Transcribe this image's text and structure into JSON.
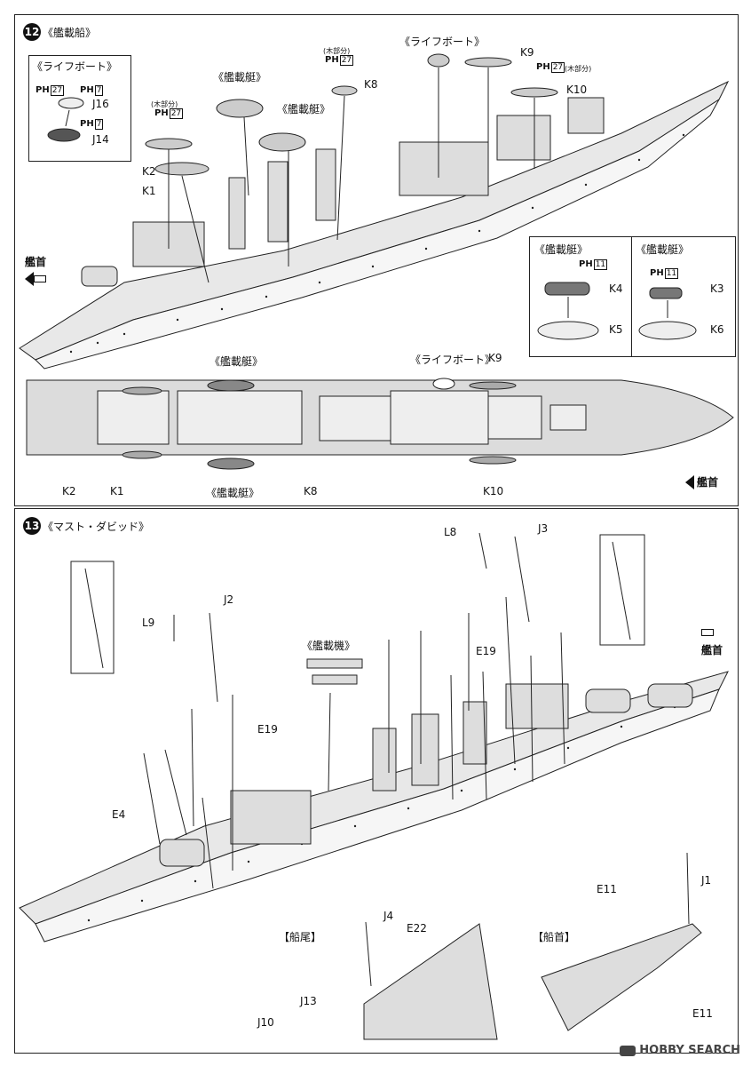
{
  "step12": {
    "number": "12",
    "title": "《艦載船》",
    "lifeboat_box_title": "《ライフボート》",
    "lifeboat_top_title": "《ライフボート》",
    "launch1_title": "《艦載艇》",
    "launch2_title": "《艦載艇》",
    "wood_note_1": "(木部分)",
    "wood_note_2": "(木部分)",
    "wood_note_3": "(木部分)",
    "ph_letters": "PH",
    "ph27": "27",
    "ph7": "7",
    "ph11": "11",
    "parts": {
      "J16": "J16",
      "J14": "J14",
      "K1": "K1",
      "K2": "K2",
      "K8": "K8",
      "K9": "K9",
      "K10": "K10",
      "K3": "K3",
      "K4": "K4",
      "K5": "K5",
      "K6": "K6"
    },
    "bow_label": "艦首",
    "inset_left_title": "《艦載艇》",
    "inset_right_title": "《艦載艇》",
    "plan_launch_top": "《艦載艇》",
    "plan_launch_bottom": "《艦載艇》",
    "plan_lifeboat": "《ライフボート》",
    "plan_K9": "K9",
    "plan_K2": "K2",
    "plan_K1": "K1",
    "plan_K8": "K8",
    "plan_K10": "K10",
    "plan_bow": "艦首"
  },
  "step13": {
    "number": "13",
    "title": "《マスト・ダビッド》",
    "aircraft_title": "《艦載機》",
    "parts": {
      "L8": "L8",
      "J3": "J3",
      "L9": "L9",
      "J2": "J2",
      "E19a": "E19",
      "E19b": "E19",
      "E4": "E4",
      "J1": "J1",
      "E11a": "E11",
      "E11b": "E11",
      "J4": "J4",
      "E22": "E22",
      "J13": "J13",
      "J10": "J10"
    },
    "stern_title": "【船尾】",
    "bow_title": "【船首】",
    "bow_label": "艦首"
  },
  "watermark": "HOBBY SEARCH"
}
